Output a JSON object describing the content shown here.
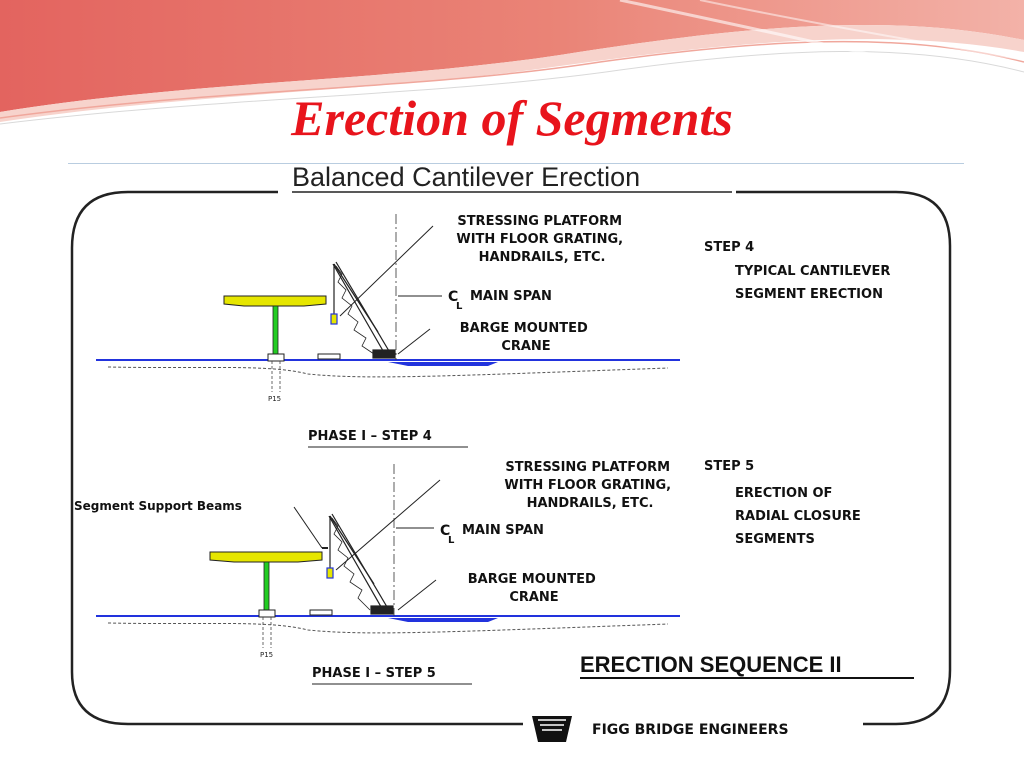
{
  "slide": {
    "title": "Erection of Segments"
  },
  "drawing": {
    "heading": "Balanced Cantilever Erection",
    "top_panel": {
      "platform_label": [
        "STRESSING  PLATFORM",
        "WITH  FLOOR  GRATING,",
        "HANDRAILS, ETC."
      ],
      "centerline_symbol": "C",
      "centerline_sub": "L",
      "main_span_label": "MAIN  SPAN",
      "crane_label": [
        "BARGE  MOUNTED",
        "CRANE"
      ],
      "pier_label": "P15",
      "phase_label": "PHASE  I –  STEP  4",
      "step_heading": "STEP  4",
      "step_text": [
        "TYPICAL  CANTILEVER",
        "SEGMENT  ERECTION"
      ]
    },
    "bottom_panel": {
      "support_beams_label": "Segment Support Beams",
      "platform_label": [
        "STRESSING  PLATFORM",
        "WITH  FLOOR  GRATING,",
        "HANDRAILS, ETC."
      ],
      "centerline_symbol": "C",
      "centerline_sub": "L",
      "main_span_label": "MAIN  SPAN",
      "crane_label": [
        "BARGE  MOUNTED",
        "CRANE"
      ],
      "pier_label": "P15",
      "phase_label": "PHASE  I –  STEP  5",
      "step_heading": "STEP  5",
      "step_text": [
        "ERECTION   OF",
        "RADIAL  CLOSURE",
        "SEGMENTS"
      ]
    },
    "sequence_title": "ERECTION SEQUENCE II",
    "firm_name": "FIGG  BRIDGE  ENGINEERS"
  },
  "colors": {
    "title": "#e8141c",
    "deck": "#e6e600",
    "pier": "#22cc22",
    "water": "#2233dd",
    "banner_top": "#e3645f",
    "banner_light": "#f6c9c1"
  }
}
